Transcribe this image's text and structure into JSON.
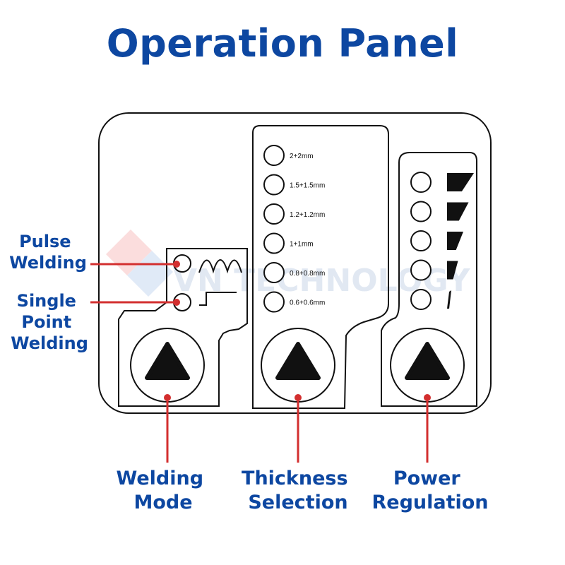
{
  "title": "Operation Panel",
  "watermark": "VN TECHNOLOGY",
  "colors": {
    "title": "#0d47a1",
    "callout_line": "#d32f2f",
    "outline": "#111111"
  },
  "welding_mode": {
    "options": [
      {
        "label_lines": [
          "Pulse",
          "Welding"
        ],
        "icon": "pulse-wave-icon"
      },
      {
        "label_lines": [
          "Single",
          "Point",
          "Welding"
        ],
        "icon": "single-step-icon"
      }
    ],
    "button_label_lines": [
      "Welding",
      "Mode"
    ]
  },
  "thickness": {
    "options": [
      "2+2mm",
      "1.5+1.5mm",
      "1.2+1.2mm",
      "1+1mm",
      "0.8+0.8mm",
      "0.6+0.6mm"
    ],
    "button_label_lines": [
      "Thickness",
      "Selection"
    ]
  },
  "power": {
    "levels": 5,
    "button_label_lines": [
      "Power",
      "Regulation"
    ]
  }
}
